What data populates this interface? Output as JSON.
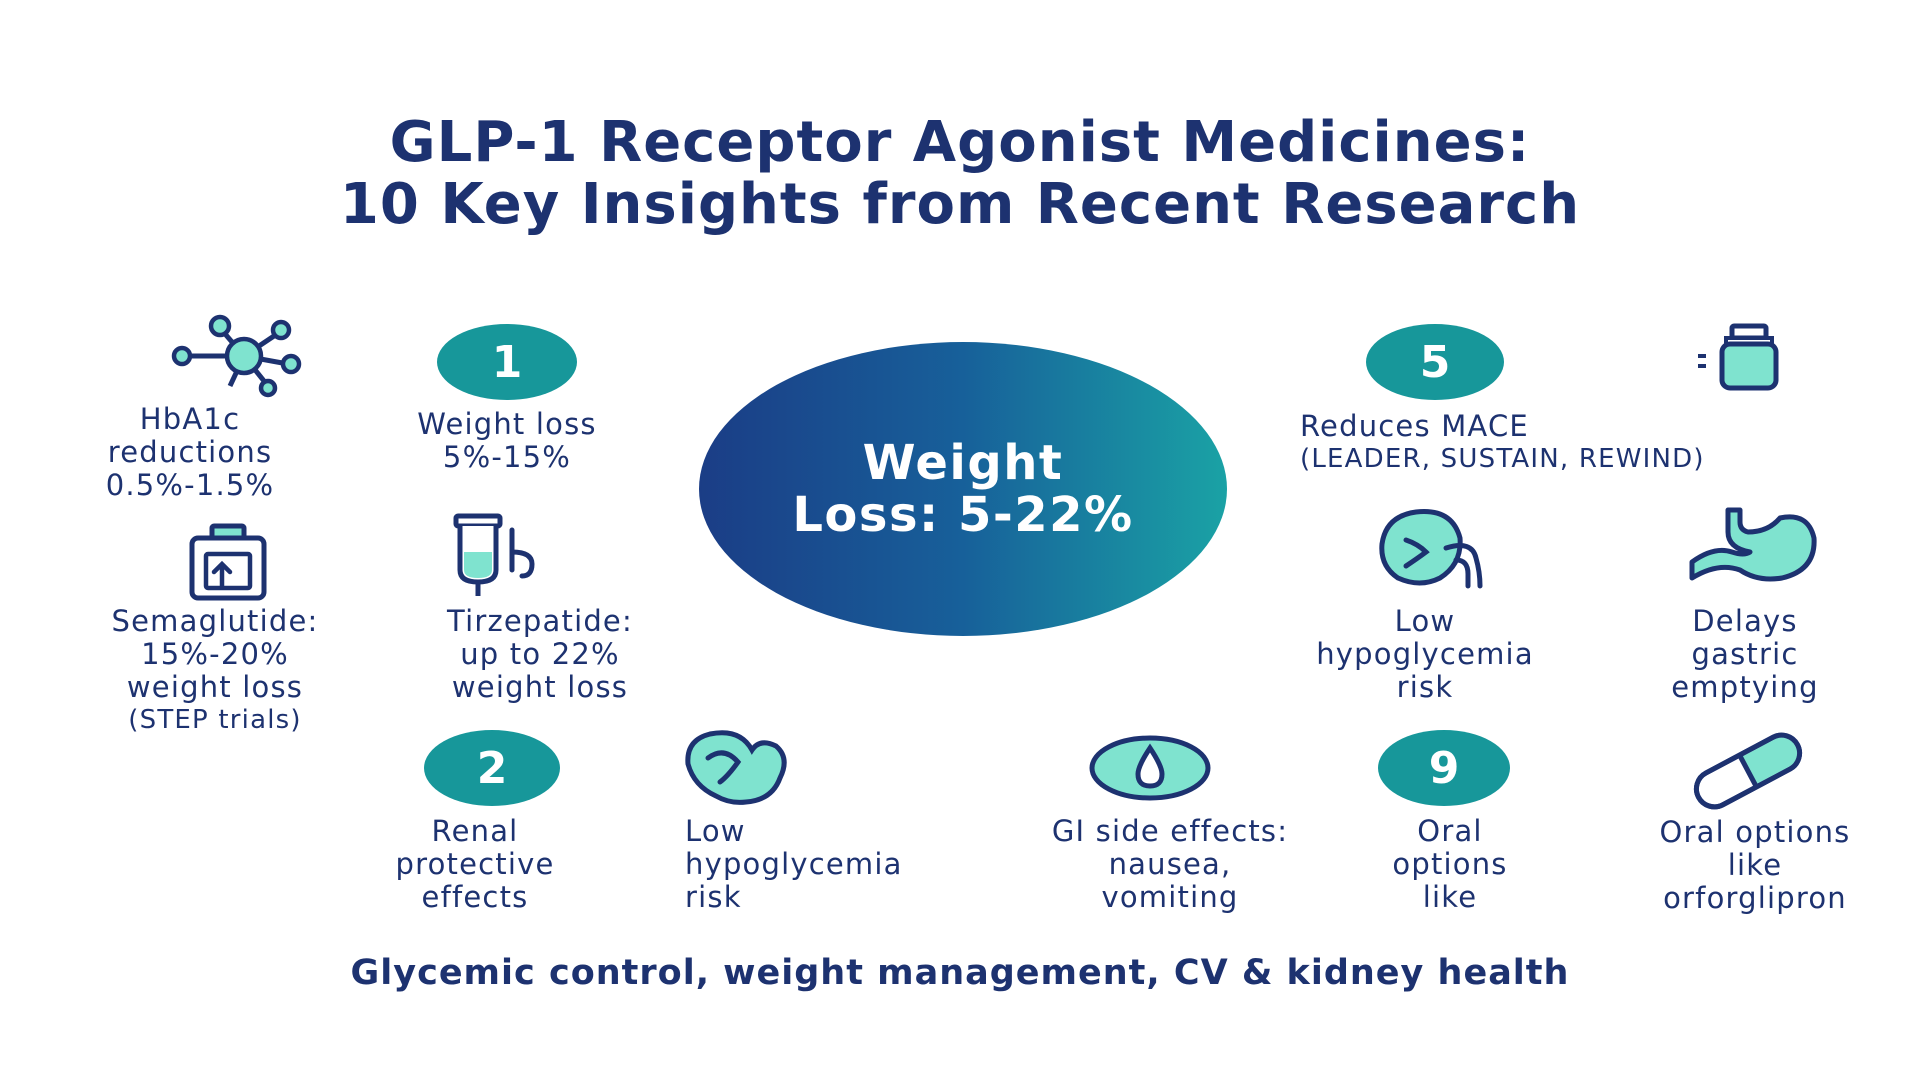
{
  "title": {
    "line1": "GLP-1 Receptor Agonist Medicines:",
    "line2": "10 Key Insights from Recent Research"
  },
  "center": {
    "line1": "Weight",
    "line2": "Loss: 5-22%"
  },
  "badges": {
    "b1": "1",
    "b2": "2",
    "b5": "5",
    "b9": "9"
  },
  "insights": {
    "hba1c": [
      "HbA1c",
      "reductions",
      "0.5%-1.5%"
    ],
    "weight_loss": [
      "Weight loss",
      "5%-15%"
    ],
    "semaglutide": [
      "Semaglutide:",
      "15%-20%",
      "weight loss",
      "(STEP trials)"
    ],
    "tirzepatide": [
      "Tirzepatide:",
      "up to 22%",
      "weight loss"
    ],
    "renal": [
      "Renal",
      "protective",
      "effects"
    ],
    "low_hypo_left": [
      "Low",
      "hypoglycemia",
      "risk"
    ],
    "gi_side": [
      "GI side effects:",
      "nausea,",
      "vomiting"
    ],
    "oral_like": [
      "Oral",
      "options",
      "like"
    ],
    "oral_orforglipron": [
      "Oral options",
      "like",
      "orforglipron"
    ],
    "mace": [
      "Reduces MACE",
      "(LEADER, SUSTAIN, REWIND)"
    ],
    "low_hypo_right": [
      "Low",
      "hypoglycemia",
      "risk"
    ],
    "gastric": [
      "Delays",
      "gastric",
      "emptying"
    ]
  },
  "footer": "Glycemic control, weight management, CV & kidney health",
  "icons": {
    "molecule": "molecule-icon",
    "bottle_arrow": "medicine-bottle-icon",
    "injector": "injection-pen-icon",
    "kidney_left": "kidney-icon",
    "drop": "water-drop-icon",
    "pill": "pill-capsule-icon",
    "vial": "vial-icon",
    "kidney_right": "kidney-icon",
    "stomach": "stomach-icon"
  },
  "colors": {
    "navy": "#1d3270",
    "teal": "#17979a",
    "mint": "#7fe3cf"
  }
}
